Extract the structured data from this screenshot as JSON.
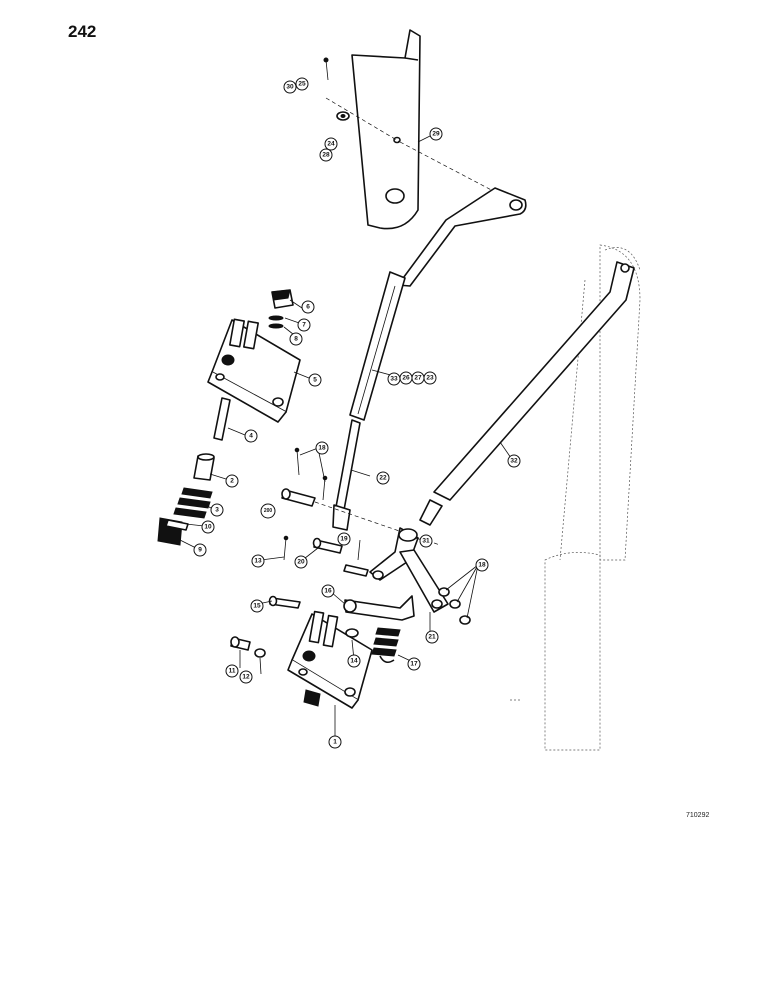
{
  "page": {
    "number": "242",
    "figure_id": "710292"
  },
  "callouts": [
    {
      "id": "c1",
      "label": "1"
    },
    {
      "id": "c2",
      "label": "2"
    },
    {
      "id": "c3",
      "label": "3"
    },
    {
      "id": "c4",
      "label": "4"
    },
    {
      "id": "c5",
      "label": "5"
    },
    {
      "id": "c6",
      "label": "6"
    },
    {
      "id": "c7",
      "label": "7"
    },
    {
      "id": "c8",
      "label": "8"
    },
    {
      "id": "c9",
      "label": "9"
    },
    {
      "id": "c10",
      "label": "10"
    },
    {
      "id": "c11",
      "label": "11"
    },
    {
      "id": "c12",
      "label": "12"
    },
    {
      "id": "c13",
      "label": "13"
    },
    {
      "id": "c14",
      "label": "14"
    },
    {
      "id": "c15",
      "label": "15"
    },
    {
      "id": "c16",
      "label": "16"
    },
    {
      "id": "c17",
      "label": "17"
    },
    {
      "id": "c18a",
      "label": "18"
    },
    {
      "id": "c18b",
      "label": "18"
    },
    {
      "id": "c19",
      "label": "19"
    },
    {
      "id": "c20",
      "label": "20"
    },
    {
      "id": "c21",
      "label": "21"
    },
    {
      "id": "c22",
      "label": "22"
    },
    {
      "id": "c23",
      "label": "23"
    },
    {
      "id": "c24",
      "label": "24"
    },
    {
      "id": "c25",
      "label": "25"
    },
    {
      "id": "c26",
      "label": "26"
    },
    {
      "id": "c27",
      "label": "27"
    },
    {
      "id": "c28",
      "label": "28"
    },
    {
      "id": "c29",
      "label": "29"
    },
    {
      "id": "c30",
      "label": "30"
    },
    {
      "id": "c31",
      "label": "31"
    },
    {
      "id": "c32",
      "label": "32"
    },
    {
      "id": "c33",
      "label": "33"
    },
    {
      "id": "c200",
      "label": "200"
    }
  ]
}
